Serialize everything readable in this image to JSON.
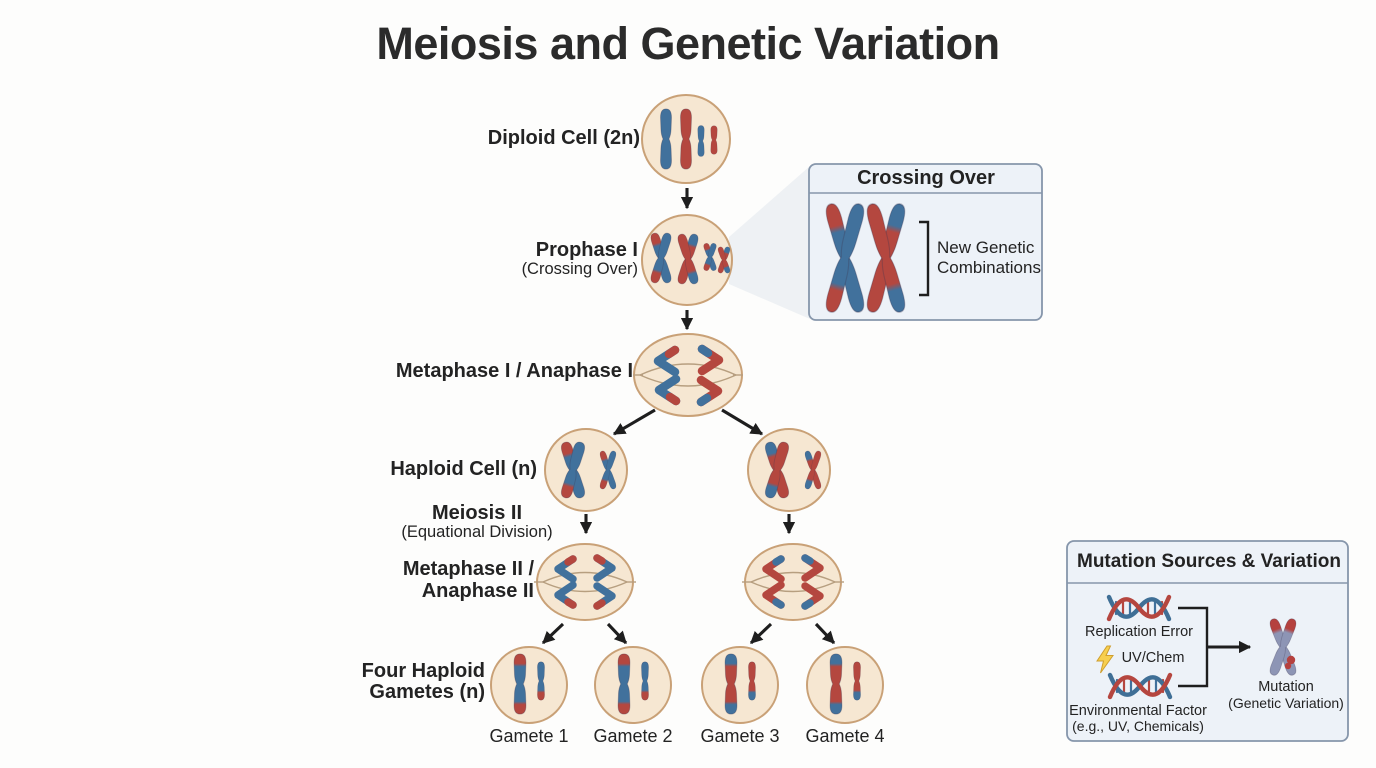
{
  "title": "Meiosis and Genetic Variation",
  "flow": {
    "diploid": "Diploid Cell (2n)",
    "prophase": "Prophase I",
    "prophase_sub": "(Crossing Over)",
    "metaphase1": "Metaphase I / Anaphase I",
    "haploid": "Haploid Cell (n)",
    "meiosis2": "Meiosis II",
    "meiosis2_sub": "(Equational Division)",
    "metaphase2_line1": "Metaphase II /",
    "metaphase2_line2": "Anaphase II",
    "gametes_line1": "Four Haploid",
    "gametes_line2": "Gametes (n)",
    "gamete_labels": [
      "Gamete 1",
      "Gamete 2",
      "Gamete 3",
      "Gamete 4"
    ]
  },
  "crossing_over": {
    "title": "Crossing Over",
    "note_line1": "New Genetic",
    "note_line2": "Combinations"
  },
  "mutation": {
    "title": "Mutation Sources & Variation",
    "replication": "Replication Error",
    "uv_chem": "UV/Chem",
    "environment_line1": "Environmental Factor",
    "environment_line2": "(e.g., UV, Chemicals)",
    "result_line1": "Mutation",
    "result_line2": "(Genetic Variation)"
  },
  "colors": {
    "chromosome_blue": "#41719c",
    "chromosome_red": "#b4473f",
    "cell_fill": "#f6e7d2",
    "cell_border": "#c9a177",
    "callout_fill": "#edf2f8",
    "callout_border": "#8696ab",
    "mutation_chromosome": "#8d95b5",
    "bolt_yellow": "#f7cf4e",
    "arrow_black": "#1e1e1e",
    "text": "#232323"
  }
}
